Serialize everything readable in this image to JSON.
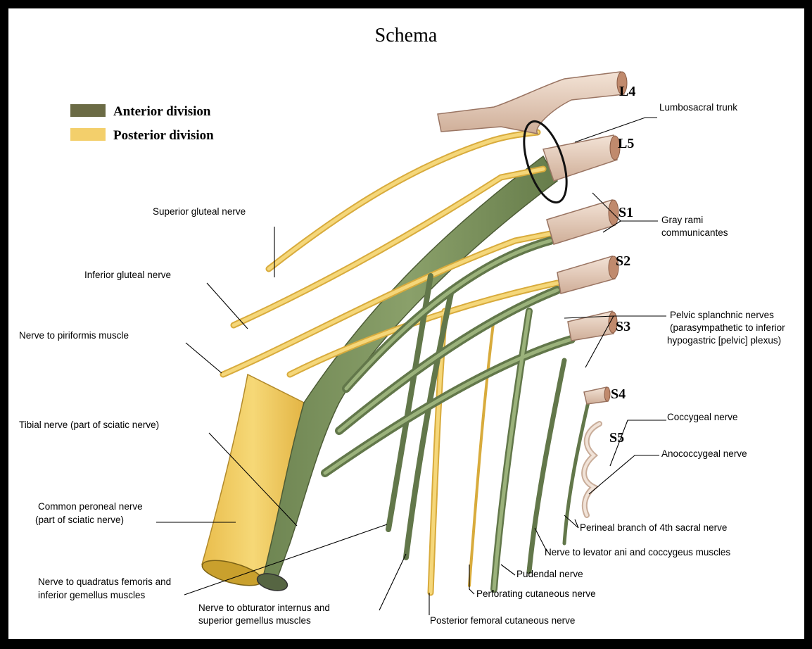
{
  "title": "Schema",
  "legend": [
    {
      "label": "Anterior division",
      "color": "#6b6b45"
    },
    {
      "label": "Posterior division",
      "color": "#f3cf6b"
    }
  ],
  "roots": [
    "L4",
    "L5",
    "S1",
    "S2",
    "S3",
    "S4",
    "S5"
  ],
  "labels": {
    "lumbosacral_trunk": "Lumbosacral trunk",
    "superior_gluteal": "Superior gluteal nerve",
    "gray_rami_1": "Gray rami",
    "gray_rami_2": "communicantes",
    "inferior_gluteal": "Inferior gluteal nerve",
    "pelvic_splanchnic_1": "Pelvic splanchnic nerves",
    "pelvic_splanchnic_2": "(parasympathetic to inferior",
    "pelvic_splanchnic_3": "hypogastric [pelvic]  plexus)",
    "piriformis": "Nerve to piriformis muscle",
    "coccygeal": "Coccygeal nerve",
    "tibial": "Tibial nerve (part of sciatic nerve)",
    "anococcygeal": "Anococcygeal nerve",
    "common_peroneal_1": "Common peroneal nerve",
    "common_peroneal_2": "(part of sciatic nerve)",
    "perineal_branch": "Perineal branch of 4th sacral nerve",
    "levator_ani": "Nerve to levator ani and coccygeus muscles",
    "pudendal": "Pudendal nerve",
    "quadratus_1": "Nerve to quadratus femoris and",
    "quadratus_2": "inferior gemellus muscles",
    "perforating": "Perforating cutaneous nerve",
    "obturator_1": "Nerve to obturator internus and",
    "obturator_2": "superior gemellus muscles",
    "posterior_femoral": "Posterior femoral cutaneous nerve"
  },
  "colors": {
    "anterior": "#7f9460",
    "anterior_dark": "#5f7244",
    "posterior": "#efc860",
    "posterior_light": "#f7e3a0",
    "root": "#e8d2c2",
    "root_dark": "#b98d78"
  }
}
